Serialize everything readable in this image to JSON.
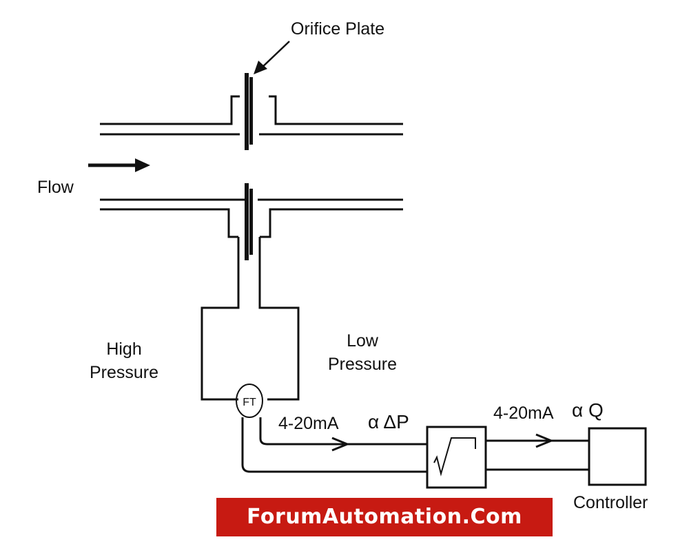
{
  "labels": {
    "orifice_plate": "Orifice Plate",
    "flow": "Flow",
    "high_pressure": "High\nPressure",
    "low_pressure": "Low\nPressure",
    "transmitter": "FT",
    "signal_dp_current": "4-20mA",
    "signal_dp_symbol": "α ΔP",
    "signal_q_current": "4-20mA",
    "signal_q_symbol": "α Q",
    "controller": "Controller"
  },
  "banner": {
    "text": "ForumAutomation.Com",
    "color": "#c71a12"
  },
  "colors": {
    "line": "#111111",
    "background": "#ffffff"
  }
}
